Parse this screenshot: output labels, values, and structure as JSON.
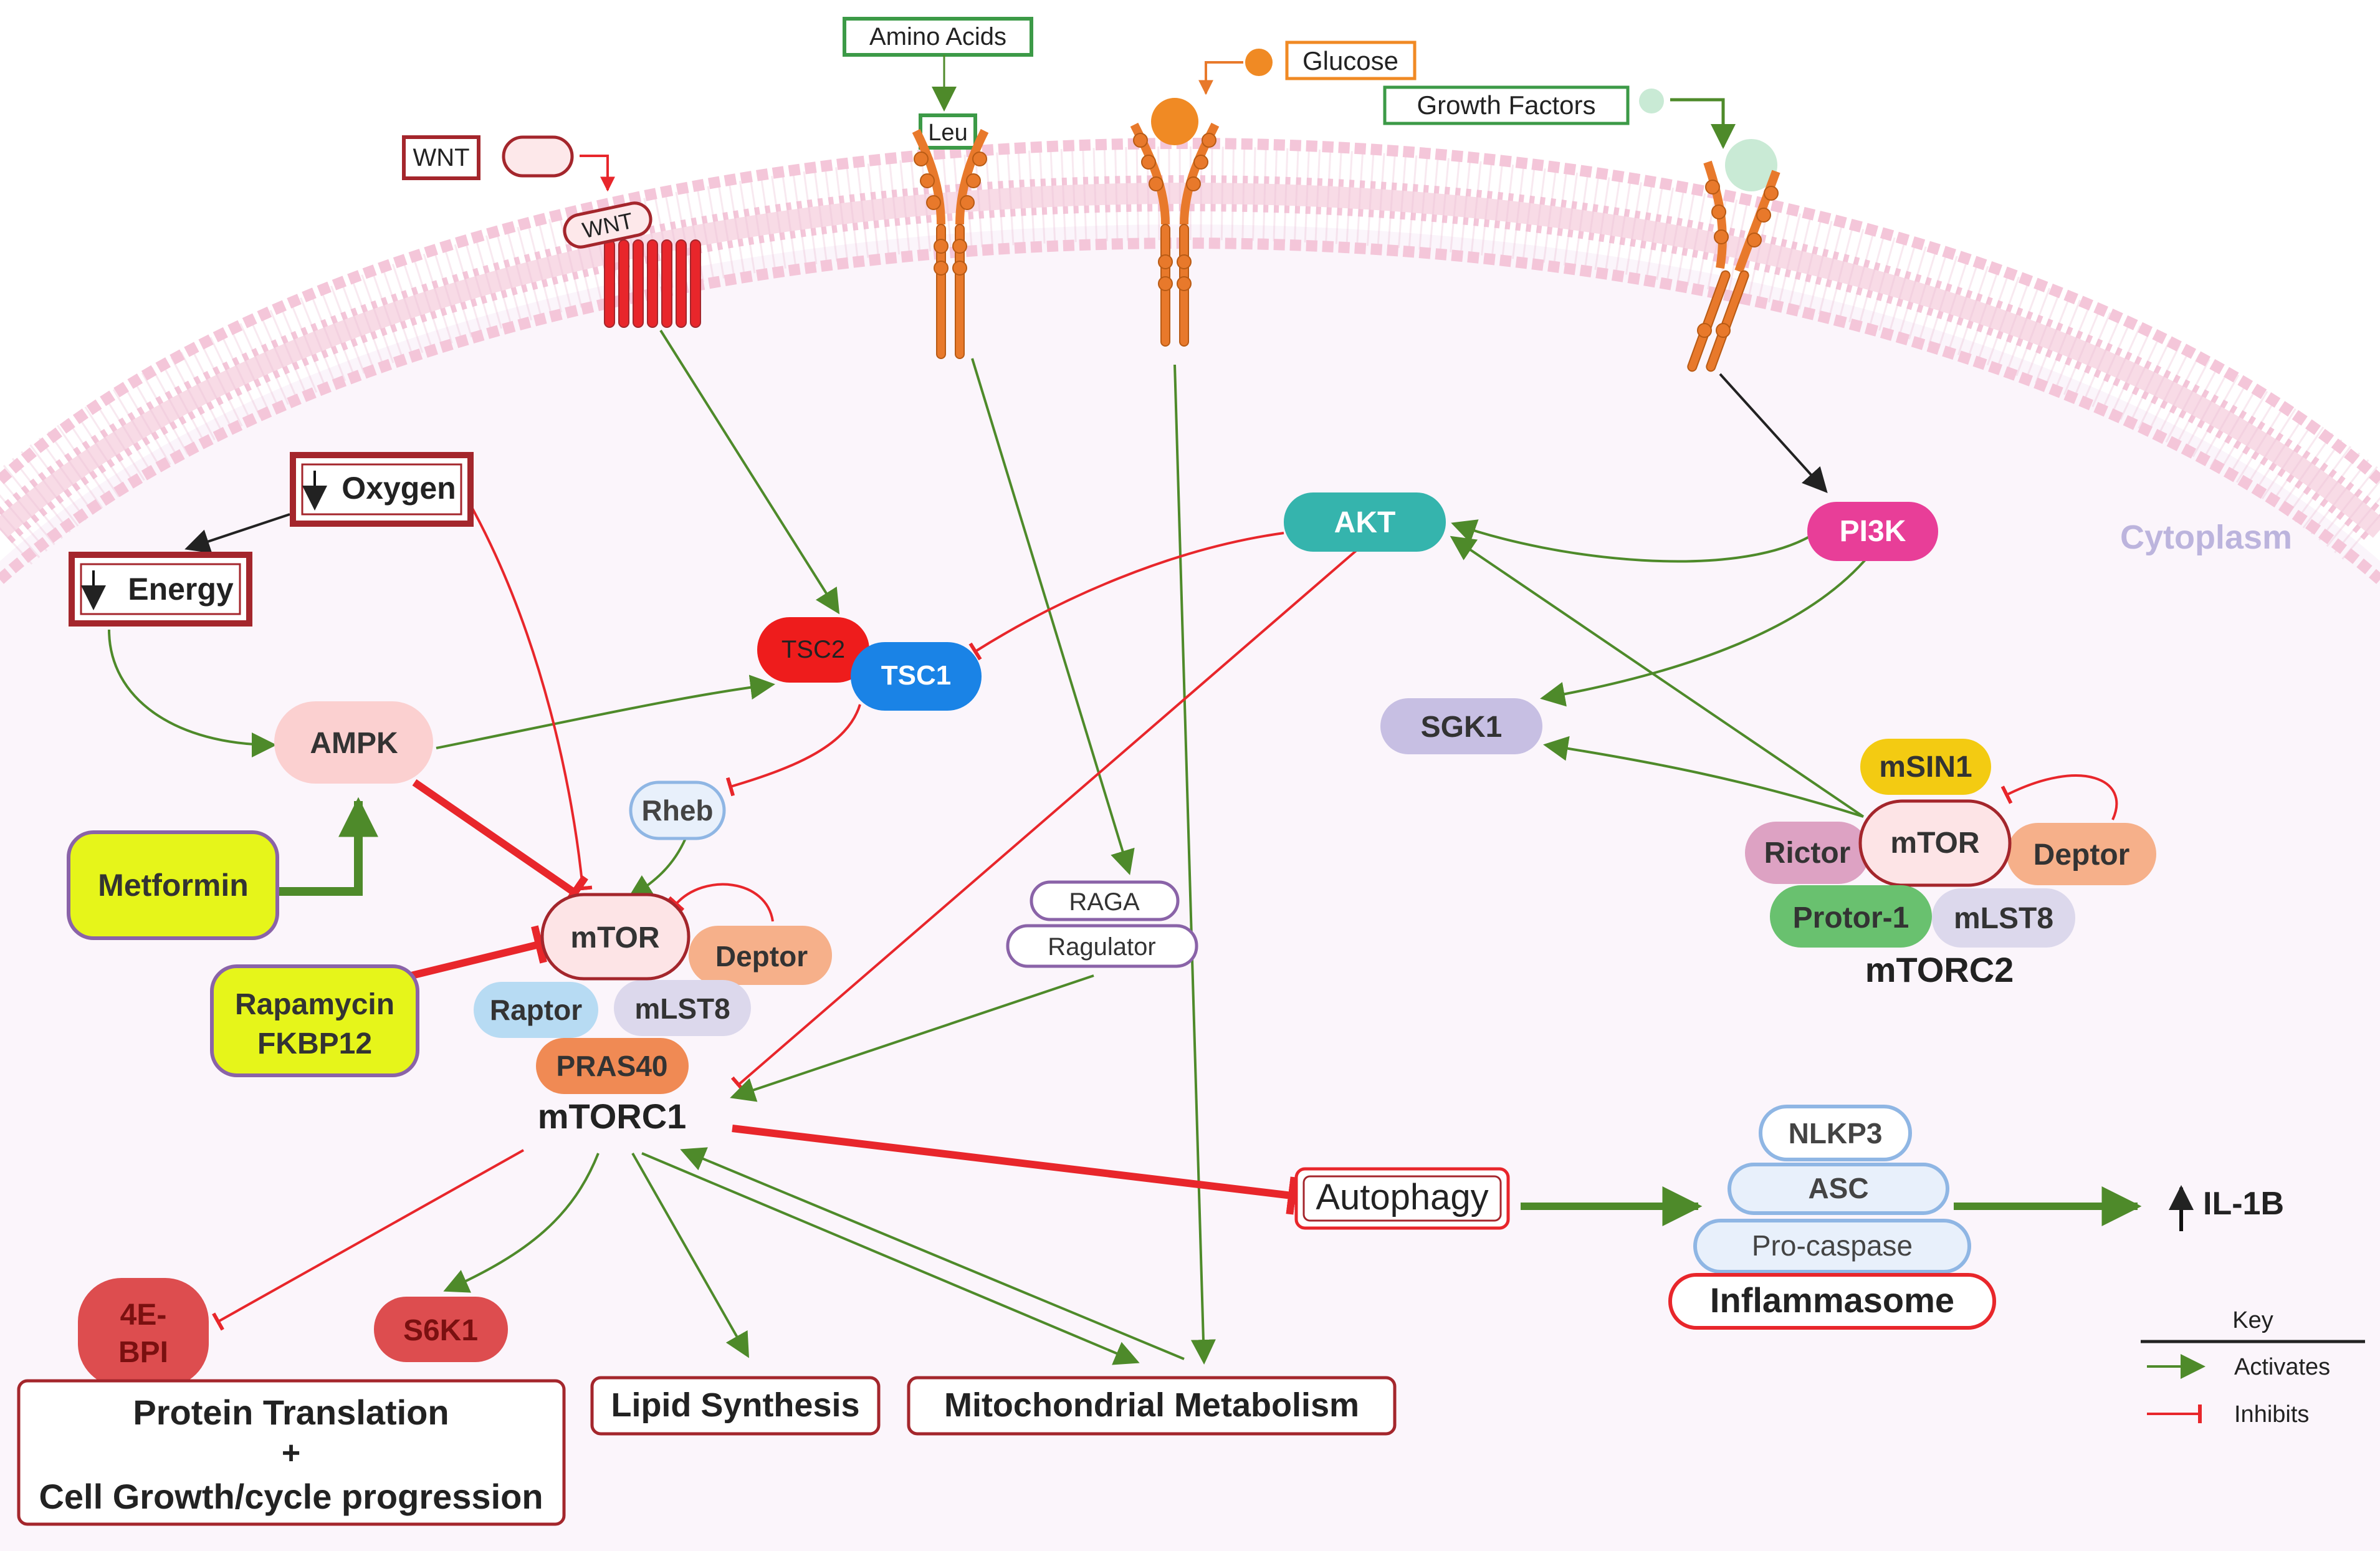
{
  "labels": {
    "amino_acids": "Amino Acids",
    "leu": "Leu",
    "glucose": "Glucose",
    "growth_factors": "Growth Factors",
    "wnt_outer": "WNT",
    "wnt_receptor": "WNT",
    "cytoplasm": "Cytoplasm",
    "oxygen": "Oxygen",
    "energy": "Energy",
    "ampk": "AMPK",
    "metformin": "Metformin",
    "rapamycin_line1": "Rapamycin",
    "rapamycin_line2": "FKBP12",
    "tsc2": "TSC2",
    "tsc1": "TSC1",
    "rheb": "Rheb",
    "akt": "AKT",
    "pi3k": "PI3K",
    "sgk1": "SGK1",
    "raga": "RAGA",
    "ragulator": "Ragulator",
    "mtorc1": {
      "mtor": "mTOR",
      "deptor": "Deptor",
      "raptor": "Raptor",
      "mlst8": "mLST8",
      "pras40": "PRAS40",
      "title": "mTORC1"
    },
    "mtorc2": {
      "msin1": "mSIN1",
      "mtor": "mTOR",
      "rictor": "Rictor",
      "deptor": "Deptor",
      "protor": "Protor-1",
      "mlst8": "mLST8",
      "title": "mTORC2"
    },
    "autophagy": "Autophagy",
    "nlkp3": "NLKP3",
    "asc": "ASC",
    "procaspase": "Pro-caspase",
    "inflammasome": "Inflammasome",
    "il1b": "IL-1B",
    "4ebp1_line1": "4E-",
    "4ebp1_line2": "BPI",
    "s6k1": "S6K1",
    "protein_translation_line1": "Protein Translation",
    "protein_translation_plus": "+",
    "protein_translation_line2": "Cell Growth/cycle progression",
    "lipid_synthesis": "Lipid Synthesis",
    "mitochondrial": "Mitochondrial Metabolism",
    "key_title": "Key",
    "key_activates": "Activates",
    "key_inhibits": "Inhibits"
  },
  "colors": {
    "activate": "#4e8a2a",
    "inhibit": "#e8262b",
    "membrane_head": "#f4c6d9",
    "receptor": "#e8792b",
    "dark_red_box": "#a4262c",
    "green_box": "#3c9a47",
    "orange_box": "#f08a24",
    "yellow_drug": "#e6f51a",
    "teal": "#35b4ad",
    "magenta": "#e83e98",
    "lavender": "#c7bfe3",
    "pink": "#fbd0d0",
    "light_blue": "#b7dbf3",
    "blue": "#1a83e6",
    "red": "#ee1c1c",
    "salmon": "#f6b08a",
    "gold": "#f3cb12",
    "mauve": "#dda2c3",
    "green": "#69c16f",
    "grey_lilac": "#dcd8ec",
    "cytoplasm_text": "#bcb4dd",
    "brick": "#dd4d4f"
  }
}
